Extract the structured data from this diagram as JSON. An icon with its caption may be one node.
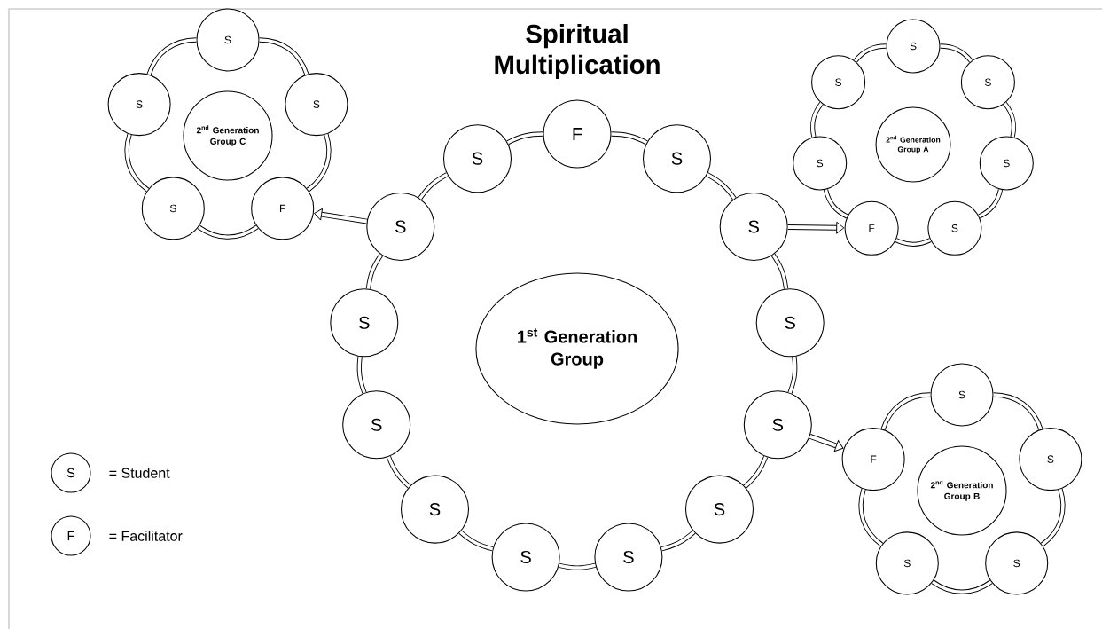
{
  "diagram": {
    "title": "Spiritual Multiplication",
    "nodes": [
      {
        "text": [
          "1$^{st}$ Generation Group"
        ]
      },
      {
        "text": [
          "F"
        ]
      },
      {
        "text": [
          "S"
        ]
      },
      {
        "text": [
          "S"
        ]
      },
      {
        "text": [
          "S"
        ]
      },
      {
        "text": [
          "S"
        ]
      },
      {
        "text": [
          "S"
        ]
      },
      {
        "text": [
          "S"
        ]
      },
      {
        "text": [
          "S"
        ]
      },
      {
        "text": [
          "S"
        ]
      },
      {
        "text": [
          "S"
        ]
      },
      {
        "text": [
          "S"
        ]
      },
      {
        "text": [
          "S"
        ]
      },
      {
        "text": [
          "S"
        ]
      },
      {
        "text": [
          "2$^{nd}$ Generation Group C"
        ]
      },
      {
        "text": [
          "S"
        ]
      },
      {
        "text": [
          "S"
        ]
      },
      {
        "text": [
          "F"
        ]
      },
      {
        "text": [
          "S"
        ]
      },
      {
        "text": [
          "S"
        ]
      },
      {
        "text": [
          "2$^{nd}$ Generation Group A"
        ]
      },
      {
        "text": [
          "S"
        ]
      },
      {
        "text": [
          "S"
        ]
      },
      {
        "text": [
          "S"
        ]
      },
      {
        "text": [
          "S"
        ]
      },
      {
        "text": [
          "F"
        ]
      },
      {
        "text": [
          "S"
        ]
      },
      {
        "text": [
          "S"
        ]
      },
      {
        "text": [
          "2$^{nd}$ Generation Group B"
        ]
      },
      {
        "text": [
          "S"
        ]
      },
      {
        "text": [
          "S"
        ]
      },
      {
        "text": [
          "S"
        ]
      },
      {
        "text": [
          "S"
        ]
      },
      {
        "text": [
          "F"
        ]
      }
    ],
    "edges": [
      {
        "from": 1,
        "to": 2,
        "arrow": "none"
      },
      {
        "from": 2,
        "to": 3,
        "arrow": "none"
      },
      {
        "from": 3,
        "to": 4,
        "arrow": "none"
      },
      {
        "from": 4,
        "to": 5,
        "arrow": "none"
      },
      {
        "from": 5,
        "to": 6,
        "arrow": "none"
      },
      {
        "from": 6,
        "to": 7,
        "arrow": "none"
      },
      {
        "from": 7,
        "to": 8,
        "arrow": "none"
      },
      {
        "from": 8,
        "to": 9,
        "arrow": "none"
      },
      {
        "from": 9,
        "to": 10,
        "arrow": "none"
      },
      {
        "from": 10,
        "to": 11,
        "arrow": "none"
      },
      {
        "from": 11,
        "to": 12,
        "arrow": "none"
      },
      {
        "from": 12,
        "to": 13,
        "arrow": "none"
      },
      {
        "from": 13,
        "to": 1,
        "arrow": "none"
      },
      {
        "from": 15,
        "to": 16,
        "arrow": "none"
      },
      {
        "from": 16,
        "to": 17,
        "arrow": "none"
      },
      {
        "from": 17,
        "to": 18,
        "arrow": "none"
      },
      {
        "from": 18,
        "to": 19,
        "arrow": "none"
      },
      {
        "from": 19,
        "to": 15,
        "arrow": "none"
      },
      {
        "from": 21,
        "to": 22,
        "arrow": "none"
      },
      {
        "from": 22,
        "to": 23,
        "arrow": "none"
      },
      {
        "from": 23,
        "to": 24,
        "arrow": "none"
      },
      {
        "from": 24,
        "to": 25,
        "arrow": "none"
      },
      {
        "from": 25,
        "to": 26,
        "arrow": "none"
      },
      {
        "from": 26,
        "to": 27,
        "arrow": "none"
      },
      {
        "from": 27,
        "to": 21,
        "arrow": "none"
      },
      {
        "from": 29,
        "to": 30,
        "arrow": "none"
      },
      {
        "from": 30,
        "to": 31,
        "arrow": "none"
      },
      {
        "from": 31,
        "to": 32,
        "arrow": "none"
      },
      {
        "from": 32,
        "to": 33,
        "arrow": "none"
      },
      {
        "from": 33,
        "to": 29,
        "arrow": "none"
      },
      {
        "from": 12,
        "to": 17,
        "arrow": "to"
      },
      {
        "from": 3,
        "to": 25,
        "arrow": "to"
      },
      {
        "from": 5,
        "to": 33,
        "arrow": "to"
      }
    ],
    "labels": [
      "S",
      "F"
    ],
    "legend": [
      {
        "text": "= Student"
      },
      {
        "text": "= Facilitator"
      }
    ]
  }
}
